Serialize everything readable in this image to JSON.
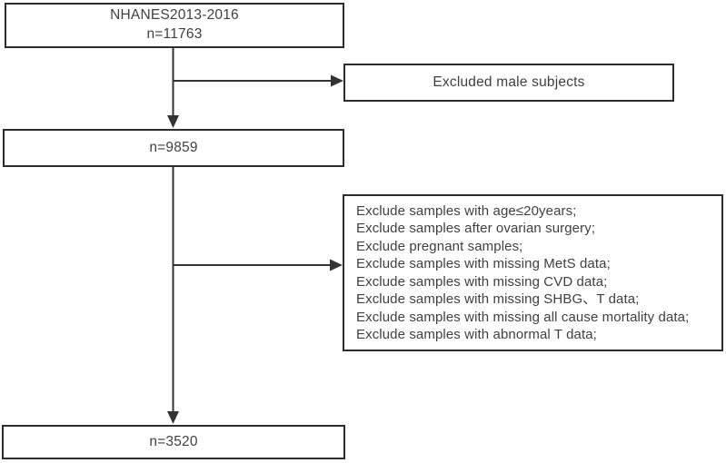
{
  "figure": {
    "type": "study-selection-flowchart",
    "colors": {
      "background": "#ffffff",
      "border": "#2d2d2d",
      "line": "#333333",
      "text": "#404040"
    }
  },
  "nodes": {
    "population": {
      "line1": "NHANES2013-2016",
      "line2": "n=11763"
    },
    "excluded_male": {
      "label": "Excluded male subjects"
    },
    "after_male_exclusion": {
      "label": "n=9859"
    },
    "exclusion_criteria": {
      "items": [
        "Exclude samples with age≤20years;",
        "Exclude samples after ovarian surgery;",
        "Exclude pregnant samples;",
        "Exclude samples with missing MetS data;",
        "Exclude samples with missing CVD data;",
        "Exclude samples with missing SHBG、T data;",
        "Exclude samples with missing all cause mortality data;",
        "Exclude samples with abnormal T data;"
      ]
    },
    "final_sample": {
      "label": "n=3520"
    }
  }
}
